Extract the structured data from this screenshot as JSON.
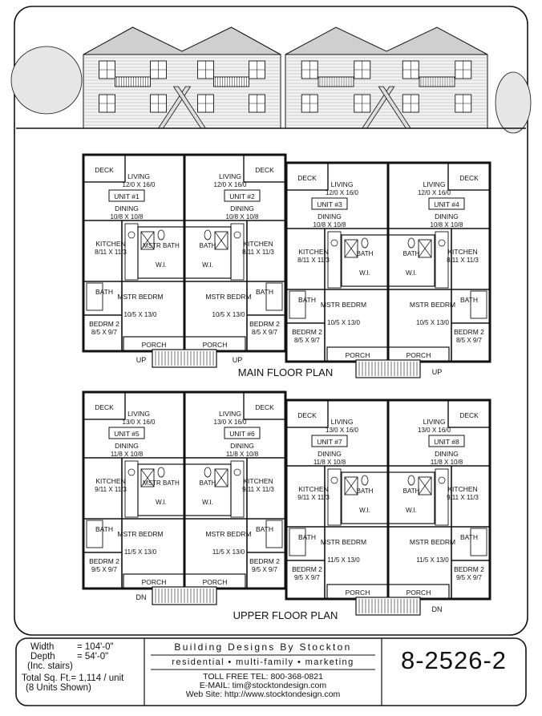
{
  "plans": [
    {
      "title": "MAIN FLOOR PLAN",
      "buildings": [
        {
          "units": [
            {
              "unit": "UNIT #1",
              "deck": "DECK",
              "living": "LIVING",
              "living_size": "12/0 X 16/0",
              "dining": "DINING",
              "dining_size": "10/8 X 10/8",
              "kitchen": "KITCHEN",
              "kitchen_size": "8/11 X 11/3",
              "mbath": "MSTR BATH",
              "wi": "W.I.",
              "bath": "BATH",
              "mbed": "MSTR BEDRM",
              "mbed_size": "10/5 X 13/0",
              "bed2": "BEDRM 2",
              "bed2_size": "8/5 X 9/7",
              "porch": "PORCH"
            },
            {
              "unit": "UNIT #2",
              "deck": "DECK",
              "living": "LIVING",
              "living_size": "12/0 X 16/0",
              "dining": "DINING",
              "dining_size": "10/8 X 10/8",
              "kitchen": "KITCHEN",
              "kitchen_size": "8/11 X 11/3",
              "mbath": "BATH",
              "wi": "W.I.",
              "bath": "BATH",
              "mbed": "MSTR BEDRM",
              "mbed_size": "10/5 X 13/0",
              "bed2": "BEDRM 2",
              "bed2_size": "8/5 X 9/7",
              "porch": "PORCH"
            }
          ],
          "stair_label": "UP",
          "stair_label2": "UP"
        },
        {
          "units": [
            {
              "unit": "UNIT #3",
              "deck": "DECK",
              "living": "LIVING",
              "living_size": "12/0 X 16/0",
              "dining": "DINING",
              "dining_size": "10/8 X 10/8",
              "kitchen": "KITCHEN",
              "kitchen_size": "8/11 X 11/3",
              "mbath": "BATH",
              "wi": "W.I.",
              "bath": "BATH",
              "mbed": "MSTR BEDRM",
              "mbed_size": "10/5 X 13/0",
              "bed2": "BEDRM 2",
              "bed2_size": "8/5 X 9/7",
              "porch": "PORCH"
            },
            {
              "unit": "UNIT #4",
              "deck": "DECK",
              "living": "LIVING",
              "living_size": "12/0 X 16/0",
              "dining": "DINING",
              "dining_size": "10/8 X 10/8",
              "kitchen": "KITCHEN",
              "kitchen_size": "8/11 X 11/3",
              "mbath": "BATH",
              "wi": "W.I.",
              "bath": "BATH",
              "mbed": "MSTR BEDRM",
              "mbed_size": "10/5 X 13/0",
              "bed2": "BEDRM 2",
              "bed2_size": "8/5 X 9/7",
              "porch": "PORCH"
            }
          ],
          "stair_label": "UP"
        }
      ]
    },
    {
      "title": "UPPER FLOOR PLAN",
      "buildings": [
        {
          "units": [
            {
              "unit": "UNIT #5",
              "deck": "DECK",
              "living": "LIVING",
              "living_size": "13/0 X 16/0",
              "dining": "DINING",
              "dining_size": "11/8 X 10/8",
              "kitchen": "KITCHEN",
              "kitchen_size": "9/11 X 11/3",
              "mbath": "MSTR BATH",
              "wi": "W.I.",
              "bath": "BATH",
              "mbed": "MSTR BEDRM",
              "mbed_size": "11/5 X 13/0",
              "bed2": "BEDRM 2",
              "bed2_size": "9/5 X 9/7",
              "porch": "PORCH"
            },
            {
              "unit": "UNIT #6",
              "deck": "DECK",
              "living": "LIVING",
              "living_size": "13/0 X 16/0",
              "dining": "DINING",
              "dining_size": "11/8 X 10/8",
              "kitchen": "KITCHEN",
              "kitchen_size": "9/11 X 11/3",
              "mbath": "BATH",
              "wi": "W.I.",
              "bath": "BATH",
              "mbed": "MSTR BEDRM",
              "mbed_size": "11/5 X 13/0",
              "bed2": "BEDRM 2",
              "bed2_size": "9/5 X 9/7",
              "porch": "PORCH"
            }
          ],
          "stair_label": "DN"
        },
        {
          "units": [
            {
              "unit": "UNIT #7",
              "deck": "DECK",
              "living": "LIVING",
              "living_size": "13/0 X 16/0",
              "dining": "DINING",
              "dining_size": "11/8 X 10/8",
              "kitchen": "KITCHEN",
              "kitchen_size": "9/11 X 11/3",
              "mbath": "BATH",
              "wi": "W.I.",
              "bath": "BATH",
              "mbed": "MSTR BEDRM",
              "mbed_size": "11/5 X 13/0",
              "bed2": "BEDRM 2",
              "bed2_size": "9/5 X 9/7",
              "porch": "PORCH"
            },
            {
              "unit": "UNIT #8",
              "deck": "DECK",
              "living": "LIVING",
              "living_size": "13/0 X 16/0",
              "dining": "DINING",
              "dining_size": "11/8 X 10/8",
              "kitchen": "KITCHEN",
              "kitchen_size": "9/11 X 11/3",
              "mbath": "BATH",
              "wi": "W.I.",
              "bath": "BATH",
              "mbed": "MSTR BEDRM",
              "mbed_size": "11/5 X 13/0",
              "bed2": "BEDRM 2",
              "bed2_size": "9/5 X 9/7",
              "porch": "PORCH"
            }
          ],
          "stair_label": "DN"
        }
      ]
    }
  ],
  "specs": {
    "width_label": "Width",
    "width_value": "= 104'-0\"",
    "depth_label": "Depth",
    "depth_value": "= 54'-0\"",
    "depth_note": "(Inc. stairs)",
    "sqft": "Total Sq. Ft.= 1,114 / unit",
    "units_shown": "(8 Units Shown)"
  },
  "firm": {
    "name": "Building Designs By Stockton",
    "tagline": "residential • multi-family • marketing",
    "phone": "TOLL FREE TEL:  800-368-0821",
    "email": "E-MAIL:   tim@stocktondesign.com",
    "web": "Web Site:   http://www.stocktondesign.com"
  },
  "plan_number": "8-2526-2"
}
